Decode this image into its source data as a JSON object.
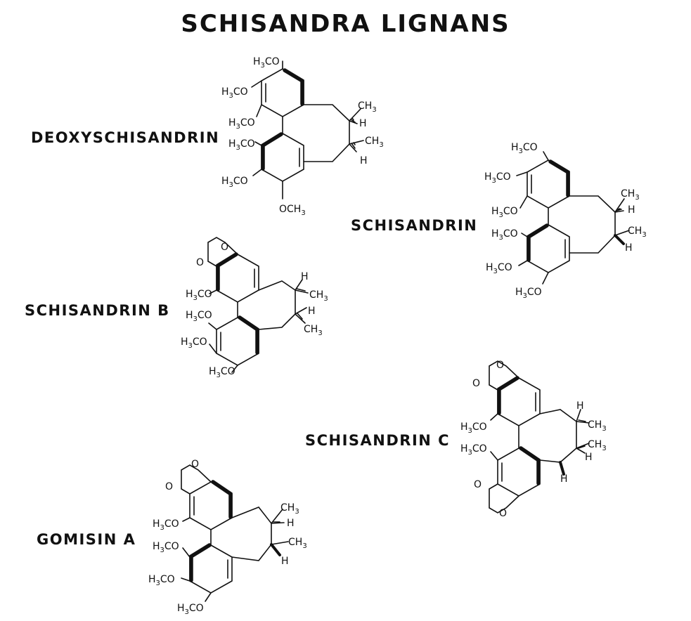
{
  "title": "SCHISANDRA LIGNANS",
  "compounds": [
    {
      "name": "DEOXYSCHISANDRIN",
      "substituents": {
        "ome1": "H3CO",
        "ome2": "H3CO",
        "ome3": "H3CO",
        "ome4": "H3CO",
        "ome5": "H3CO",
        "ome6": "OCH3"
      },
      "chain": {
        "me1": "CH3",
        "h1": "H",
        "me2": "CH3",
        "h2": "H"
      }
    },
    {
      "name": "SCHISANDRIN",
      "substituents": {
        "ome1": "H3CO",
        "ome2": "H3CO",
        "ome3": "H3CO",
        "ome4": "H3CO",
        "ome5": "H3CO",
        "ome6": "H3CO"
      },
      "chain": {
        "me1": "CH3",
        "h1": "H",
        "me2": "CH3",
        "h2": "H"
      }
    },
    {
      "name": "SCHISANDRIN  B",
      "substituents": {
        "o1": "O",
        "o2": "O",
        "ome1": "H3CO",
        "ome2": "H3CO",
        "ome3": "H3CO",
        "ome4": "H3CO"
      },
      "chain": {
        "h1": "H",
        "me1": "CH3",
        "h2": "H",
        "me2": "CH3"
      }
    },
    {
      "name": "SCHISANDRIN  C",
      "substituents": {
        "o1": "O",
        "o2": "O",
        "ome1": "H3CO",
        "ome2": "H3CO",
        "o3": "O",
        "o4": "O"
      },
      "chain": {
        "h1": "H",
        "me1": "CH3",
        "me2": "CH3",
        "h2": "H",
        "h3": "H"
      }
    },
    {
      "name": "GOMISIN  A",
      "substituents": {
        "o1": "O",
        "o2": "O",
        "ome1": "H3CO",
        "ome2": "H3CO",
        "ome3": "H3CO",
        "ome4": "H3CO"
      },
      "chain": {
        "me1": "CH3",
        "h1": "H",
        "me2": "CH3",
        "h2": "H"
      }
    }
  ]
}
